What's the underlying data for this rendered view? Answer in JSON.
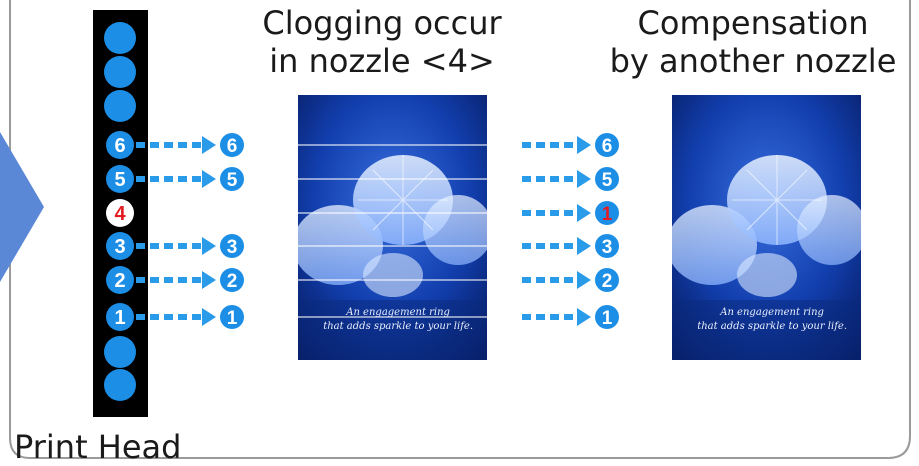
{
  "labels": {
    "clogging_title_line1": "Clogging occur",
    "clogging_title_line2": "in nozzle <4>",
    "compensation_title_line1": "Compensation",
    "compensation_title_line2": "by another nozzle",
    "print_head": "Print Head"
  },
  "print_head": {
    "nozzle_numbers": [
      "6",
      "5",
      "4",
      "3",
      "2",
      "1"
    ],
    "clogged_nozzle": "4"
  },
  "clogged_outputs": [
    "6",
    "5",
    "3",
    "2",
    "1"
  ],
  "compensated_outputs": [
    "6",
    "5",
    "1",
    "3",
    "2",
    "1"
  ],
  "compensating_nozzle": "1",
  "photo_caption": {
    "line1": "An engagement ring",
    "line2": "that adds sparkle to your life."
  },
  "colors": {
    "nozzle_blue": "#1c8ee6",
    "arrow_blue": "#2a9be8",
    "print_head_bar": "#000000",
    "clogged_nozzle_fill": "#ffffff",
    "clogged_nozzle_text": "#e31b23",
    "compensating_nozzle_text": "#e31b23",
    "side_arrow": "#5a88d6",
    "frame_border": "#9a9a9a"
  }
}
